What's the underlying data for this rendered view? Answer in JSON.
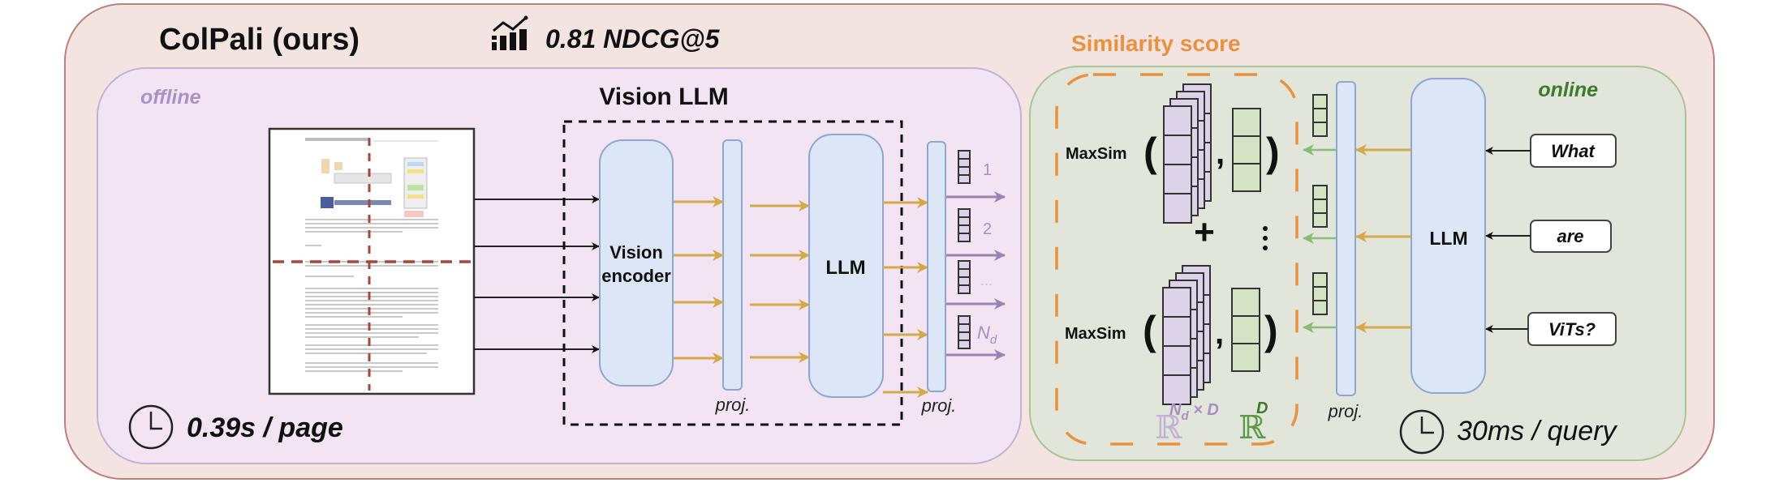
{
  "header": {
    "title": "ColPali (ours)",
    "metric_icon": "bar-chart-trend-icon",
    "metric": "0.81 NDCG@5",
    "similarity_label": "Similarity score"
  },
  "offline": {
    "label": "offline",
    "vision_llm_label": "Vision LLM",
    "vision_encoder_line1": "Vision",
    "vision_encoder_line2": "encoder",
    "llm_label": "LLM",
    "proj_label_1": "proj.",
    "proj_label_2": "proj.",
    "token_labels": [
      "1",
      "2",
      "...",
      "N"
    ],
    "token_label_subscript": "d",
    "timing_icon": "clock-icon",
    "timing": "0.39s / page"
  },
  "online": {
    "label": "online",
    "llm_label": "LLM",
    "proj_label": "proj.",
    "query_tokens": [
      "What",
      "are",
      "ViTs?"
    ],
    "timing_icon": "clock-icon",
    "timing": "30ms / query"
  },
  "similarity": {
    "maxsim_label": "MaxSim",
    "plus": "+",
    "ellipsis": "⋮",
    "doc_space_base": "ℝ",
    "doc_space_sup_n": "N",
    "doc_space_sup_sub": "d",
    "doc_space_sup_rest": " × D",
    "query_space_base": "ℝ",
    "query_space_sup": "D"
  },
  "colors": {
    "outer_bg": "#f4e4e1",
    "outer_border": "#b9837a",
    "offline_bg": "#f3e4f3",
    "offline_border": "#c3b0d6",
    "online_bg": "#e1e5da",
    "online_border": "#a9c596",
    "block_fill": "#dce6f7",
    "block_border": "#8ea6d1",
    "gold_arrow": "#d4a94a",
    "purple_arrow": "#9a82b5",
    "green_arrow": "#8cba78",
    "orange": "#e8913e",
    "purple_text": "#a88ec4",
    "green_text": "#3d7a2a",
    "doc_vec_fill": "#dcd3e8",
    "query_vec_fill": "#d4e3c3",
    "red_dash": "#a8453c"
  }
}
